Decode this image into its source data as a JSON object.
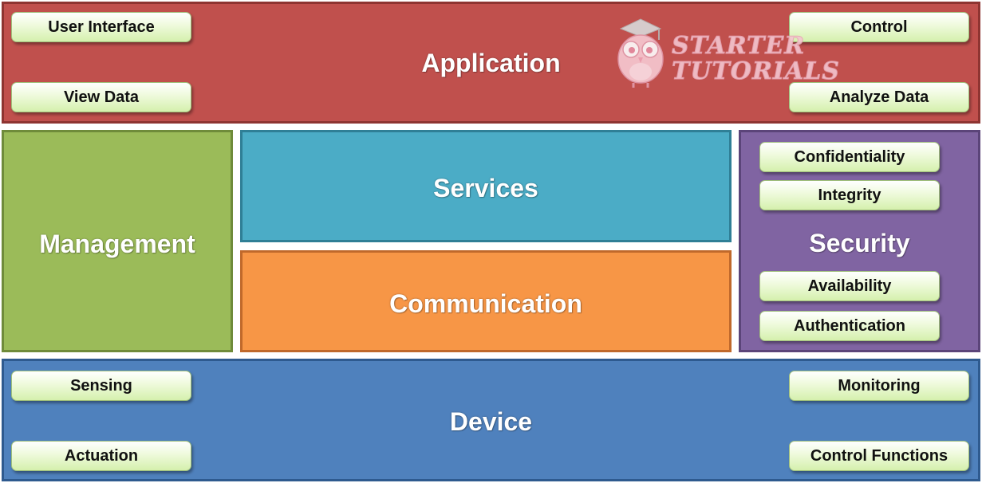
{
  "application": {
    "title": "Application",
    "items": [
      "User Interface",
      "Control",
      "View Data",
      "Analyze Data"
    ]
  },
  "management": {
    "title": "Management"
  },
  "services": {
    "title": "Services"
  },
  "communication": {
    "title": "Communication"
  },
  "security": {
    "title": "Security",
    "items": [
      "Confidentiality",
      "Integrity",
      "Availability",
      "Authentication"
    ]
  },
  "device": {
    "title": "Device",
    "items": [
      "Sensing",
      "Monitoring",
      "Actuation",
      "Control Functions"
    ]
  },
  "watermark": {
    "line1": "STARTER",
    "line2": "TUTORIALS"
  },
  "colors": {
    "application": "#c0504d",
    "management": "#9bbb59",
    "services": "#4bacc6",
    "communication": "#f79646",
    "security": "#8064a2",
    "device": "#4f81bd",
    "chip": "#d5f0ad"
  }
}
